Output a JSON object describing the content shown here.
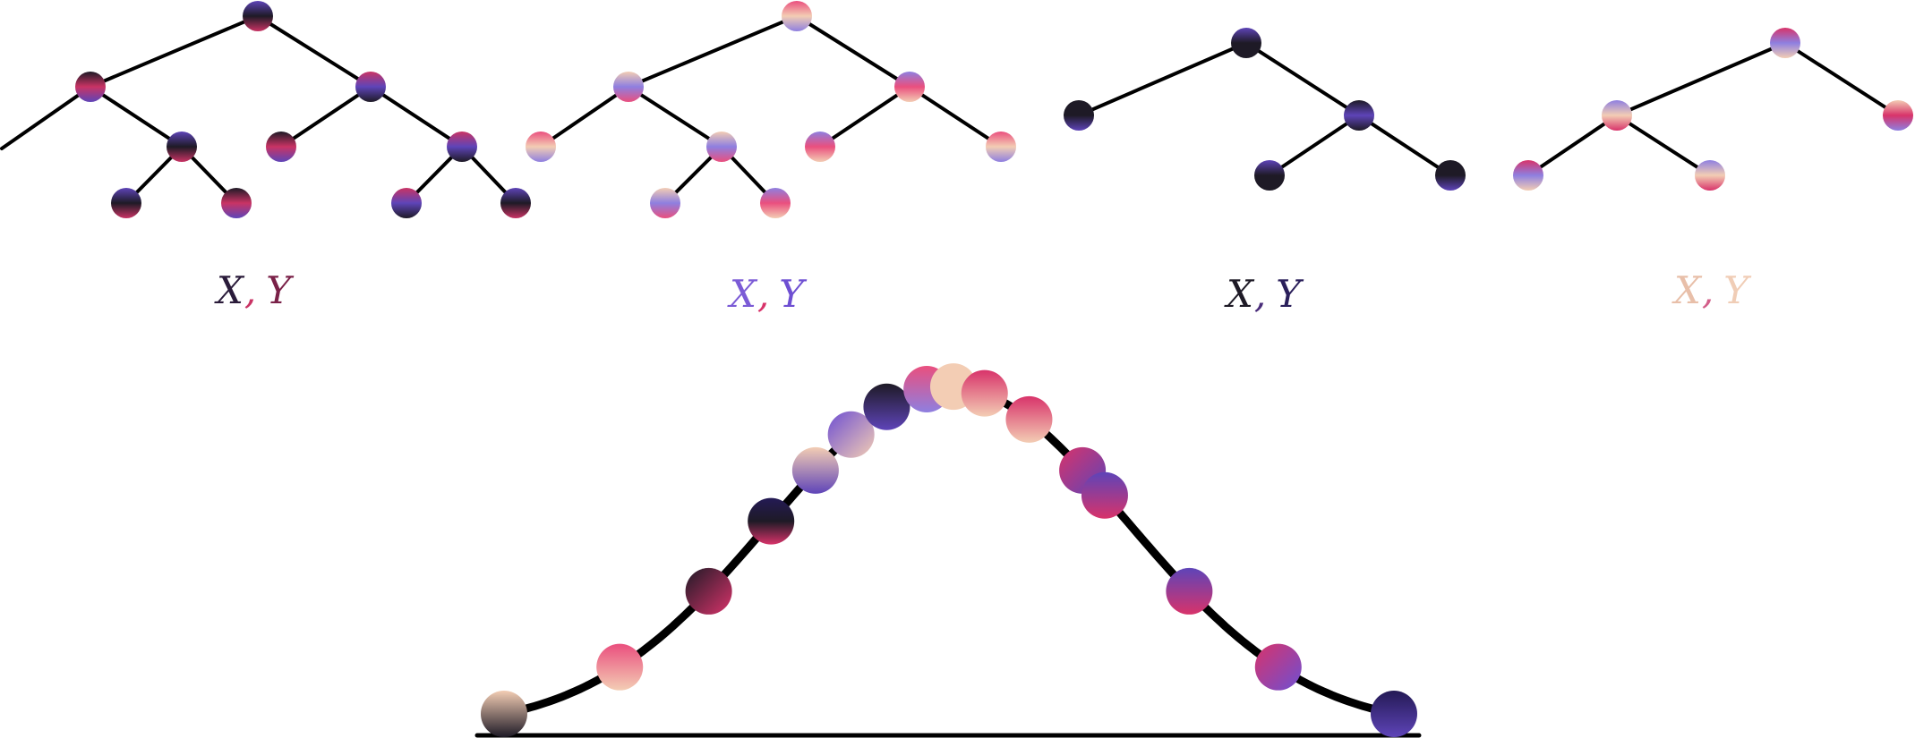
{
  "colors": {
    "edge": "#000000",
    "dark": "#1e1a26",
    "crimson": "#d8336a",
    "violet": "#5e44b8",
    "lavender": "#8e7fe0",
    "pink": "#ea4f7e",
    "peach": "#f3cdb4",
    "navy": "#241a55"
  },
  "trees": [
    {
      "label": {
        "x": "X",
        "comma": ",",
        "y": "Y",
        "colors": [
          "#2a1b3a",
          "#c93364",
          "#7a2148"
        ]
      },
      "palette": [
        "#5e44b8",
        "#1e1a26",
        "#c93364"
      ]
    },
    {
      "label": {
        "x": "X",
        "comma": ",",
        "y": "Y",
        "colors": [
          "#7b5bd6",
          "#d8336a",
          "#6e4fd2"
        ]
      },
      "palette": [
        "#ea4f7e",
        "#f3cdb4",
        "#8e7fe0"
      ]
    },
    {
      "label": {
        "x": "X",
        "comma": ",",
        "y": "Y",
        "colors": [
          "#1e1a26",
          "#4a2d7a",
          "#2a1f5a"
        ]
      },
      "palette": [
        "#5e44b8",
        "#1e1a26",
        "#1e1a26"
      ]
    },
    {
      "label": {
        "x": "X",
        "comma": ",",
        "y": "Y",
        "colors": [
          "#e8bfa9",
          "#d35f8a",
          "#f0cdb6"
        ]
      },
      "palette": [
        "#d8336a",
        "#8e7fe0",
        "#f3cdb4"
      ]
    }
  ],
  "curve": {
    "shape": "bell",
    "baseline": true,
    "points": [
      {
        "t": 0.0,
        "colors": [
          "#f3cdb4",
          "#1e1a26"
        ]
      },
      {
        "t": 0.13,
        "colors": [
          "#ea4f7e",
          "#f3cdb4"
        ]
      },
      {
        "t": 0.23,
        "colors": [
          "#1e1a26",
          "#d8336a"
        ]
      },
      {
        "t": 0.3,
        "colors": [
          "#241a55",
          "#1e1a26",
          "#d8336a"
        ]
      },
      {
        "t": 0.35,
        "colors": [
          "#f3cdb4",
          "#5e44b8"
        ]
      },
      {
        "t": 0.39,
        "colors": [
          "#6e4fd2",
          "#f3cdb4"
        ]
      },
      {
        "t": 0.43,
        "colors": [
          "#1e1a26",
          "#5e44b8"
        ]
      },
      {
        "t": 0.475,
        "colors": [
          "#ea4f7e",
          "#8e7fe0"
        ]
      },
      {
        "t": 0.505,
        "colors": [
          "#f3cdb4",
          "#f3cdb4"
        ]
      },
      {
        "t": 0.54,
        "colors": [
          "#d8336a",
          "#f3cdb4"
        ]
      },
      {
        "t": 0.59,
        "colors": [
          "#d8336a",
          "#f3cdb4"
        ]
      },
      {
        "t": 0.65,
        "colors": [
          "#d8336a",
          "#5e44b8"
        ]
      },
      {
        "t": 0.675,
        "colors": [
          "#5e44b8",
          "#d8336a"
        ]
      },
      {
        "t": 0.77,
        "colors": [
          "#5e44b8",
          "#d8336a"
        ]
      },
      {
        "t": 0.87,
        "colors": [
          "#d8336a",
          "#6e4fd2"
        ]
      },
      {
        "t": 1.0,
        "colors": [
          "#241a55",
          "#5e44b8"
        ]
      }
    ]
  }
}
